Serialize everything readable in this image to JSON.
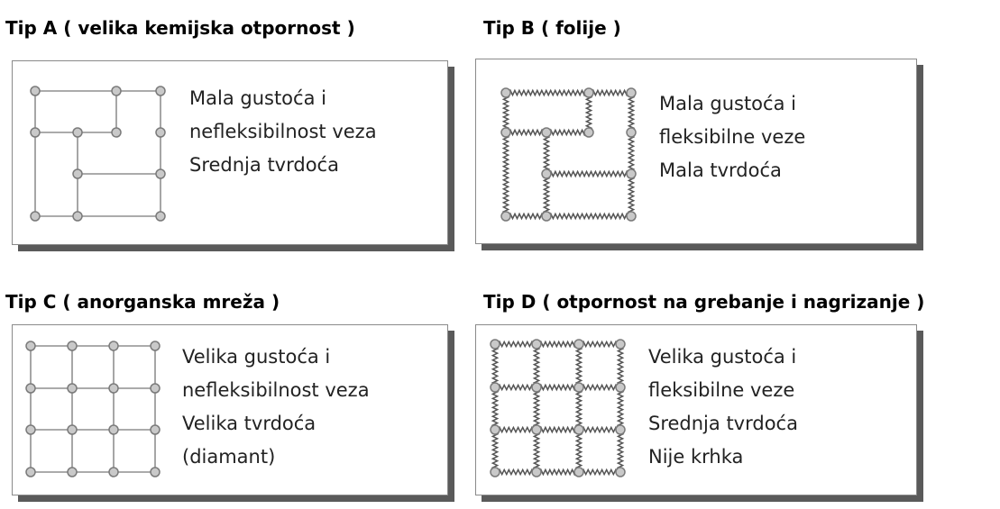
{
  "panels": {
    "a": {
      "title": "Tip A ( velika kemijska otpornost )",
      "lines": [
        "Mala gustoća i",
        "nefleksibilnost veza",
        "Srednja tvrdoća"
      ]
    },
    "b": {
      "title": "Tip B ( folije )",
      "lines": [
        "Mala gustoća i",
        "fleksibilne veze",
        "Mala tvrdoća"
      ]
    },
    "c": {
      "title": "Tip C ( anorganska mreža )",
      "lines": [
        "Velika gustoća i",
        "nefleksibilnost veza",
        "Velika tvrdoća",
        "(diamant)"
      ]
    },
    "d": {
      "title": "Tip D ( otpornost na grebanje i nagrizanje )",
      "lines": [
        "Velika gustoća i",
        "fleksibilne veze",
        "Srednja tvrdoća",
        "Nije krhka"
      ]
    }
  },
  "colors": {
    "node_fill": "#c9c9c9",
    "rigid_bond": "#8f8f8f",
    "flexible_bond": "#555555",
    "panel_shadow": "#5a5a5a"
  }
}
